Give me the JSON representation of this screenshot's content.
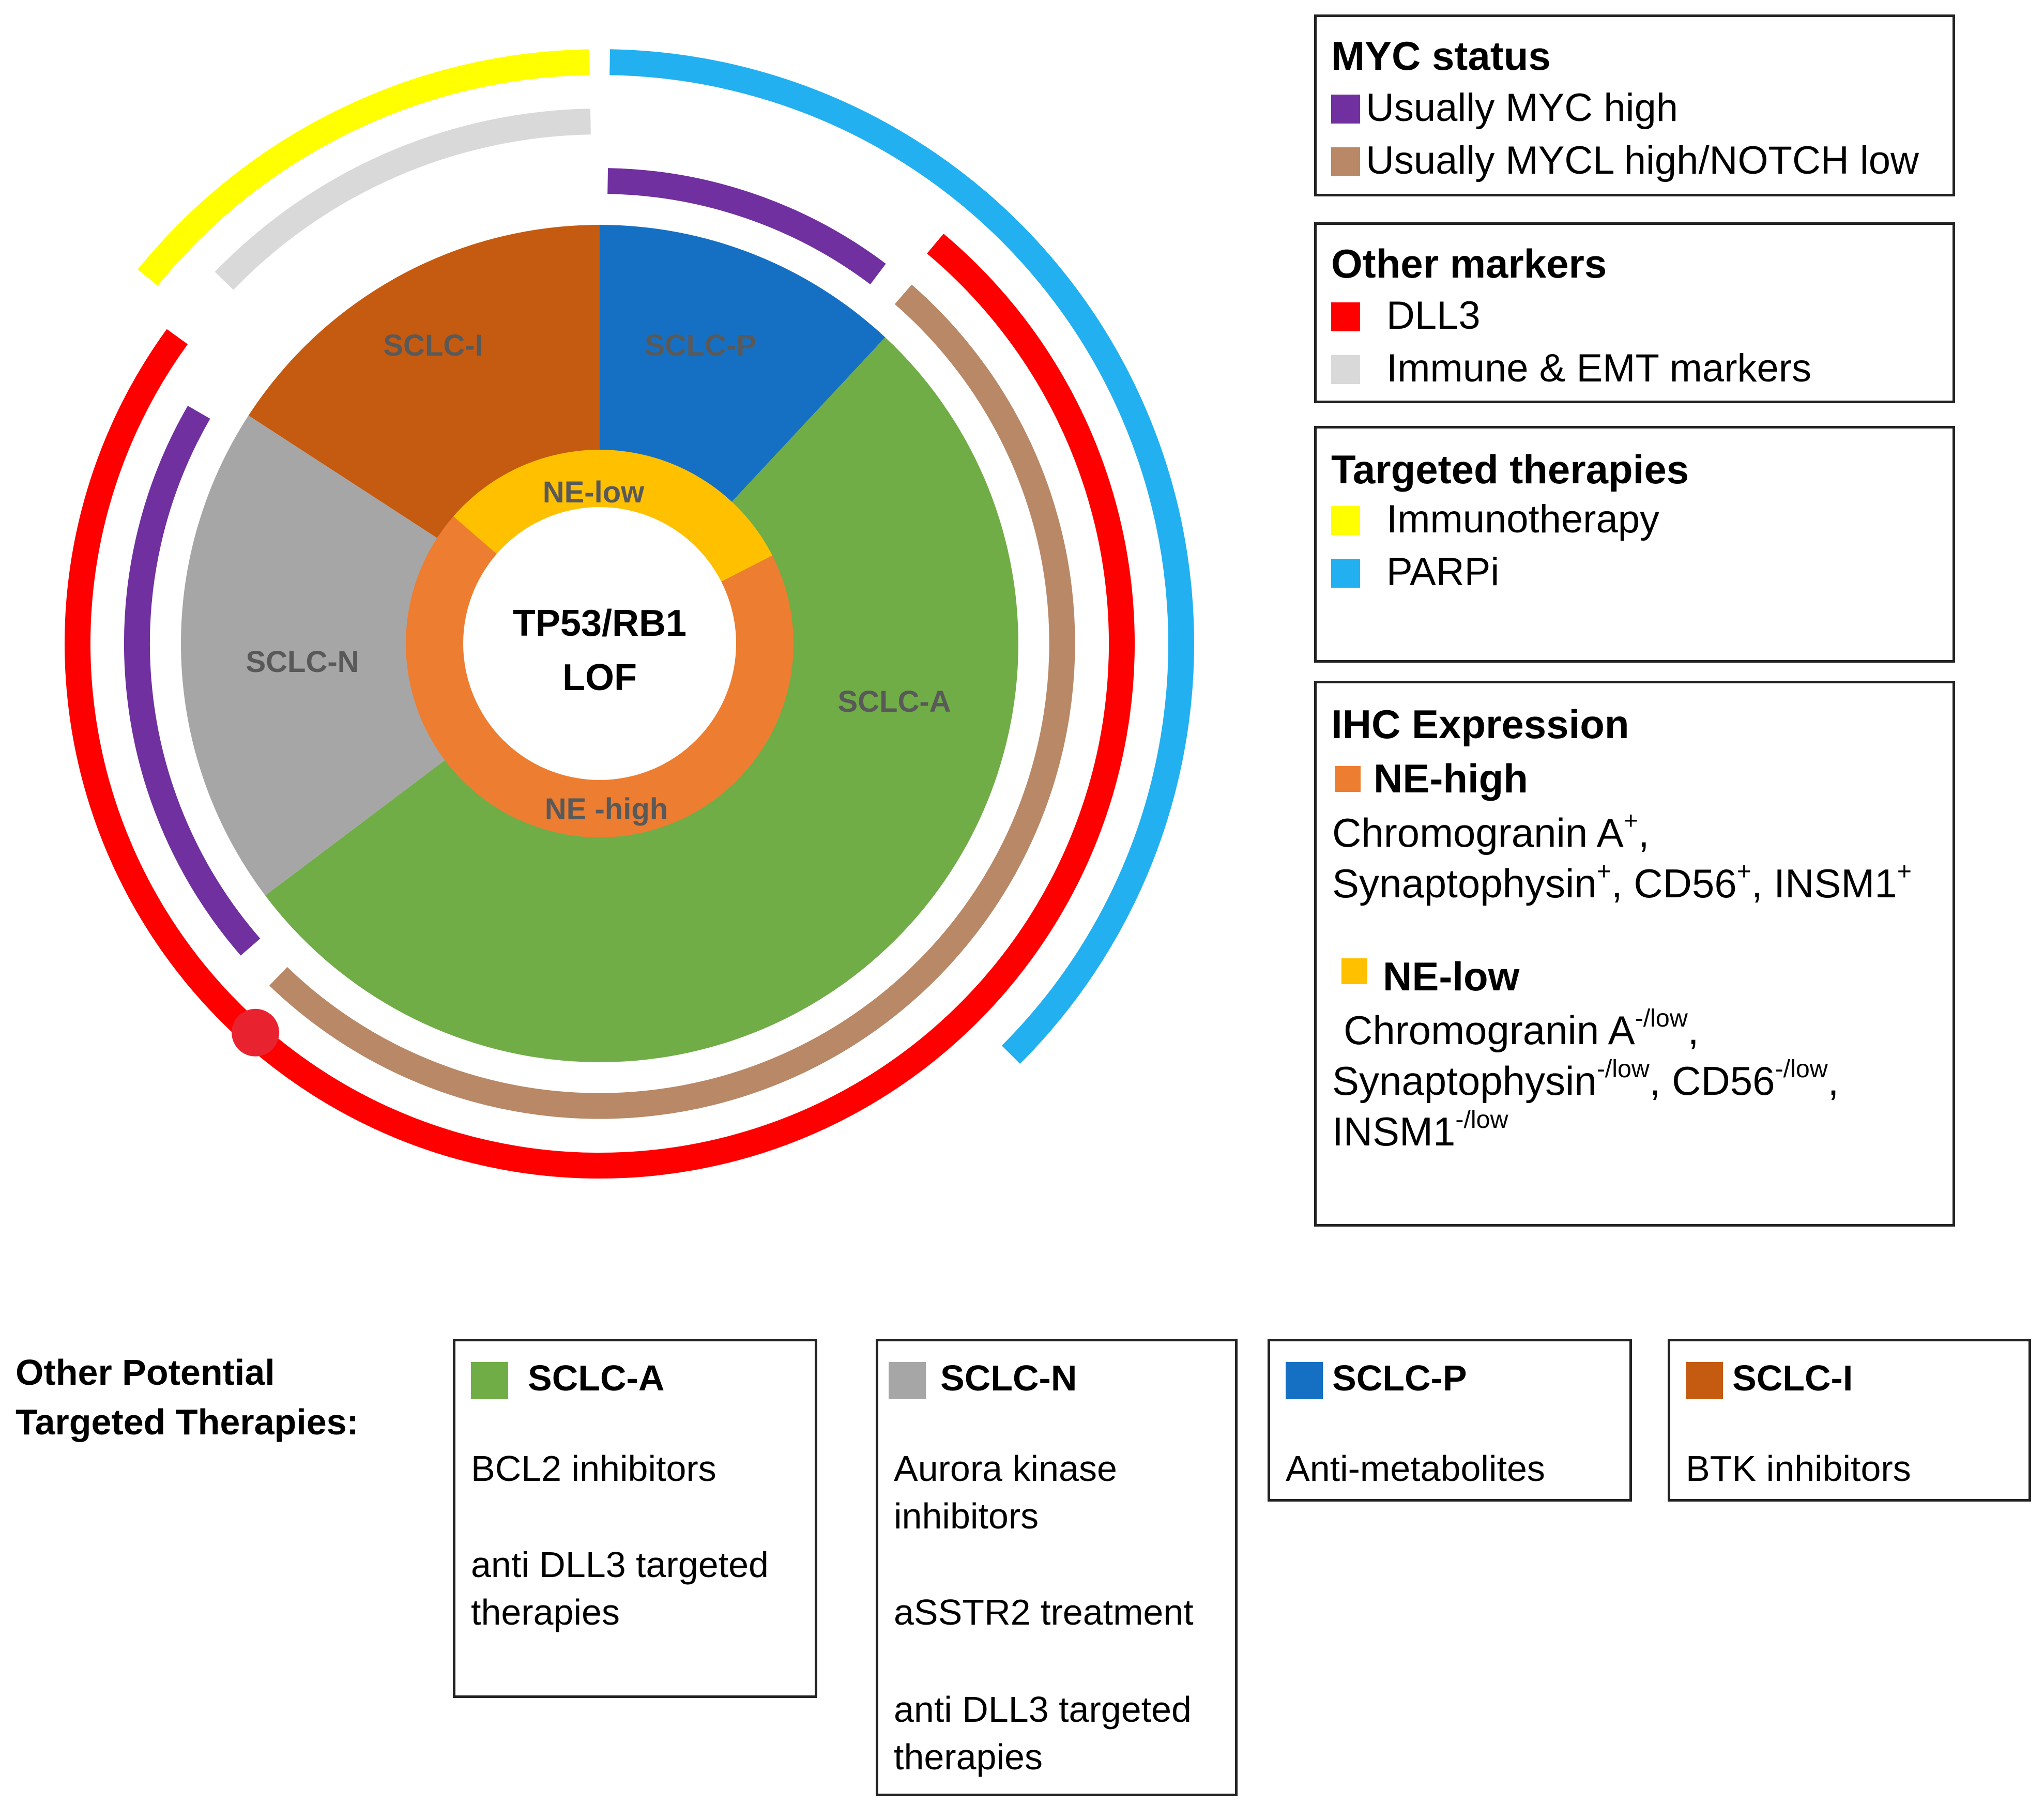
{
  "diagram": {
    "center_label_line1": "TP53/RB1",
    "center_label_line2": "LOF",
    "inner_ring": {
      "ne_low_label": "NE-low",
      "ne_high_label": "NE -high"
    },
    "segments": [
      {
        "key": "sclc_p",
        "label": "SCLC-P",
        "color": "#1570C4"
      },
      {
        "key": "sclc_a",
        "label": "SCLC-A",
        "color": "#70AD47"
      },
      {
        "key": "sclc_n",
        "label": "SCLC-N",
        "color": "#A6A6A6"
      },
      {
        "key": "sclc_i",
        "label": "SCLC-I",
        "color": "#C55A11"
      }
    ],
    "colors": {
      "ne_high": "#ED7D31",
      "ne_low": "#FFC000",
      "myc_high": "#7030A0",
      "mycl_high": "#B88867",
      "dll3": "#FF0000",
      "immune_emt": "#D9D9D9",
      "immunotherapy": "#FFFF00",
      "parpi": "#22B0F0"
    }
  },
  "legends": {
    "myc": {
      "title": "MYC status",
      "items": [
        {
          "label": "Usually MYC high",
          "color": "#7030A0"
        },
        {
          "label": "Usually MYCL high/NOTCH low",
          "color": "#B88867"
        }
      ]
    },
    "other_markers": {
      "title": "Other markers",
      "items": [
        {
          "label": "DLL3",
          "color": "#FF0000"
        },
        {
          "label": "Immune & EMT markers",
          "color": "#D9D9D9"
        }
      ]
    },
    "targeted": {
      "title": "Targeted therapies",
      "items": [
        {
          "label": "Immunotherapy",
          "color": "#FFFF00"
        },
        {
          "label": "PARPi",
          "color": "#22B0F0"
        }
      ]
    },
    "ihc": {
      "title": "IHC Expression",
      "ne_high_title": "NE-high",
      "ne_high_line1_a": "Chromogranin A",
      "ne_high_line1_sup": "+",
      "ne_high_line1_end": ",",
      "ne_high_line2_a": "Synaptophysin",
      "ne_high_line2_sup1": "+",
      "ne_high_line2_b": ", CD56",
      "ne_high_line2_sup2": "+",
      "ne_high_line2_c": ", INSM1",
      "ne_high_line2_sup3": "+",
      "ne_low_title": "NE-low",
      "ne_low_line1_a": "Chromogranin A",
      "ne_low_line1_sup": "-/low",
      "ne_low_line1_end": ",",
      "ne_low_line2_a": "Synaptophysin",
      "ne_low_line2_sup1": "-/low",
      "ne_low_line2_b": ", CD56",
      "ne_low_line2_sup2": "-/low",
      "ne_low_line2_c": ",",
      "ne_low_line3_a": "INSM1",
      "ne_low_line3_sup": "-/low"
    }
  },
  "other_therapies": {
    "title_line1": "Other Potential",
    "title_line2": "Targeted Therapies:",
    "boxes": [
      {
        "label": "SCLC-A",
        "color": "#70AD47",
        "lines": [
          "BCL2 inhibitors",
          "",
          "anti DLL3 targeted",
          "therapies"
        ]
      },
      {
        "label": "SCLC-N",
        "color": "#A6A6A6",
        "lines": [
          "Aurora kinase",
          "inhibitors",
          "",
          "aSSTR2 treatment",
          "",
          "anti DLL3 targeted",
          "therapies"
        ]
      },
      {
        "label": "SCLC-P",
        "color": "#1570C4",
        "lines": [
          "Anti-metabolites"
        ]
      },
      {
        "label": "SCLC-I",
        "color": "#C55A11",
        "lines": [
          "BTK inhibitors"
        ]
      }
    ]
  }
}
